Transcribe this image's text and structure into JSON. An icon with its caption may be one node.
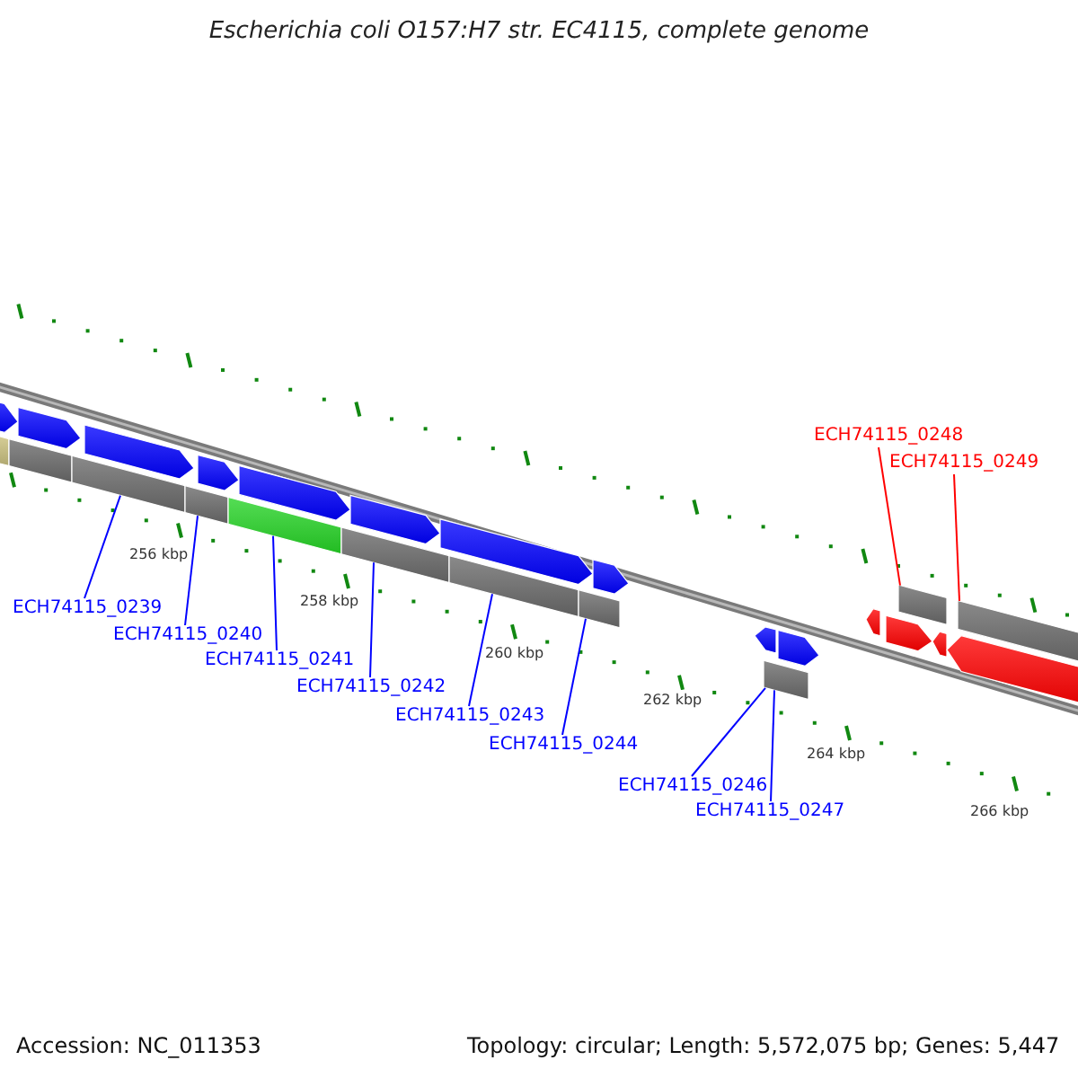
{
  "diagram": {
    "title": "Escherichia coli O157:H7 str. EC4115, complete genome",
    "nodes": [
      {
        "text": [
          "ECH74115_0248"
        ]
      },
      {
        "text": [
          "ECH74115_0249"
        ]
      },
      {
        "text": [
          "ECH74115_0239"
        ]
      },
      {
        "text": [
          "ECH74115_0240"
        ]
      },
      {
        "text": [
          "ECH74115_0241"
        ]
      },
      {
        "text": [
          "ECH74115_0242"
        ]
      },
      {
        "text": [
          "ECH74115_0243"
        ]
      },
      {
        "text": [
          "ECH74115_0244"
        ]
      },
      {
        "text": [
          "ECH74115_0246"
        ]
      },
      {
        "text": [
          "ECH74115_0247"
        ]
      },
      {
        "text": [],
        "shape": "bar"
      },
      {
        "text": [],
        "shape": "bar"
      },
      {
        "text": [],
        "shape": "bar"
      },
      {
        "text": [],
        "shape": "bar"
      },
      {
        "text": [],
        "shape": "bar"
      },
      {
        "text": [],
        "shape": "bar"
      },
      {
        "text": [],
        "shape": "bar"
      },
      {
        "text": [],
        "shape": "bar"
      },
      {
        "text": [],
        "shape": "bar"
      }
    ],
    "edges": [
      {
        "from": 0,
        "to": 17,
        "arrow": "none",
        "color": "#ff0000"
      },
      {
        "from": 1,
        "to": 18,
        "arrow": "none",
        "color": "#ff0000"
      },
      {
        "from": 2,
        "to": 10,
        "arrow": "none"
      },
      {
        "from": 3,
        "to": 11,
        "arrow": "none"
      },
      {
        "from": 4,
        "to": 12,
        "arrow": "none"
      },
      {
        "from": 5,
        "to": 13,
        "arrow": "none"
      },
      {
        "from": 6,
        "to": 14,
        "arrow": "none"
      },
      {
        "from": 7,
        "to": 15,
        "arrow": "none"
      },
      {
        "from": 8,
        "to": 16,
        "arrow": "none"
      },
      {
        "from": 9,
        "to": 16,
        "arrow": "none"
      }
    ],
    "labels": [
      "256 kbp",
      "258 kbp",
      "260 kbp",
      "262 kbp",
      "264 kbp",
      "266 kbp",
      "Accession: NC_011353",
      "Topology: circular; Length: 5,572,075 bp; Genes: 5,447"
    ]
  }
}
